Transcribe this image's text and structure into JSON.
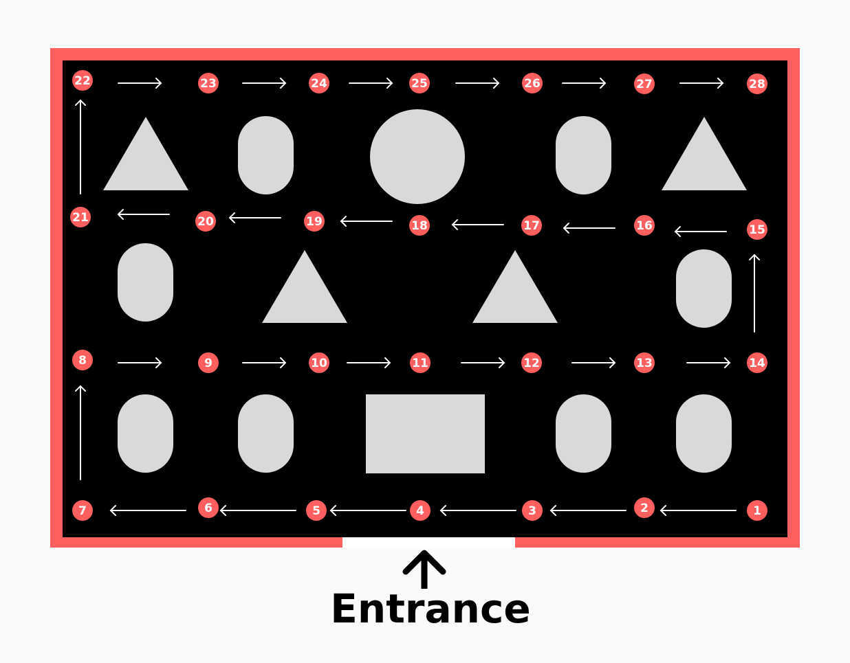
{
  "stops": [
    "1",
    "2",
    "3",
    "4",
    "5",
    "6",
    "7",
    "8",
    "9",
    "10",
    "11",
    "12",
    "13",
    "14",
    "15",
    "16",
    "17",
    "18",
    "19",
    "20",
    "21",
    "22",
    "23",
    "24",
    "25",
    "26",
    "27",
    "28"
  ],
  "entrance_label": "Entrance",
  "colors": {
    "wall": "#ff5f5f",
    "floor": "#000000",
    "shape": "#d9d9d9",
    "badge": "#ff5f5f",
    "arrow": "#ffffff",
    "door": "#ffffff"
  }
}
